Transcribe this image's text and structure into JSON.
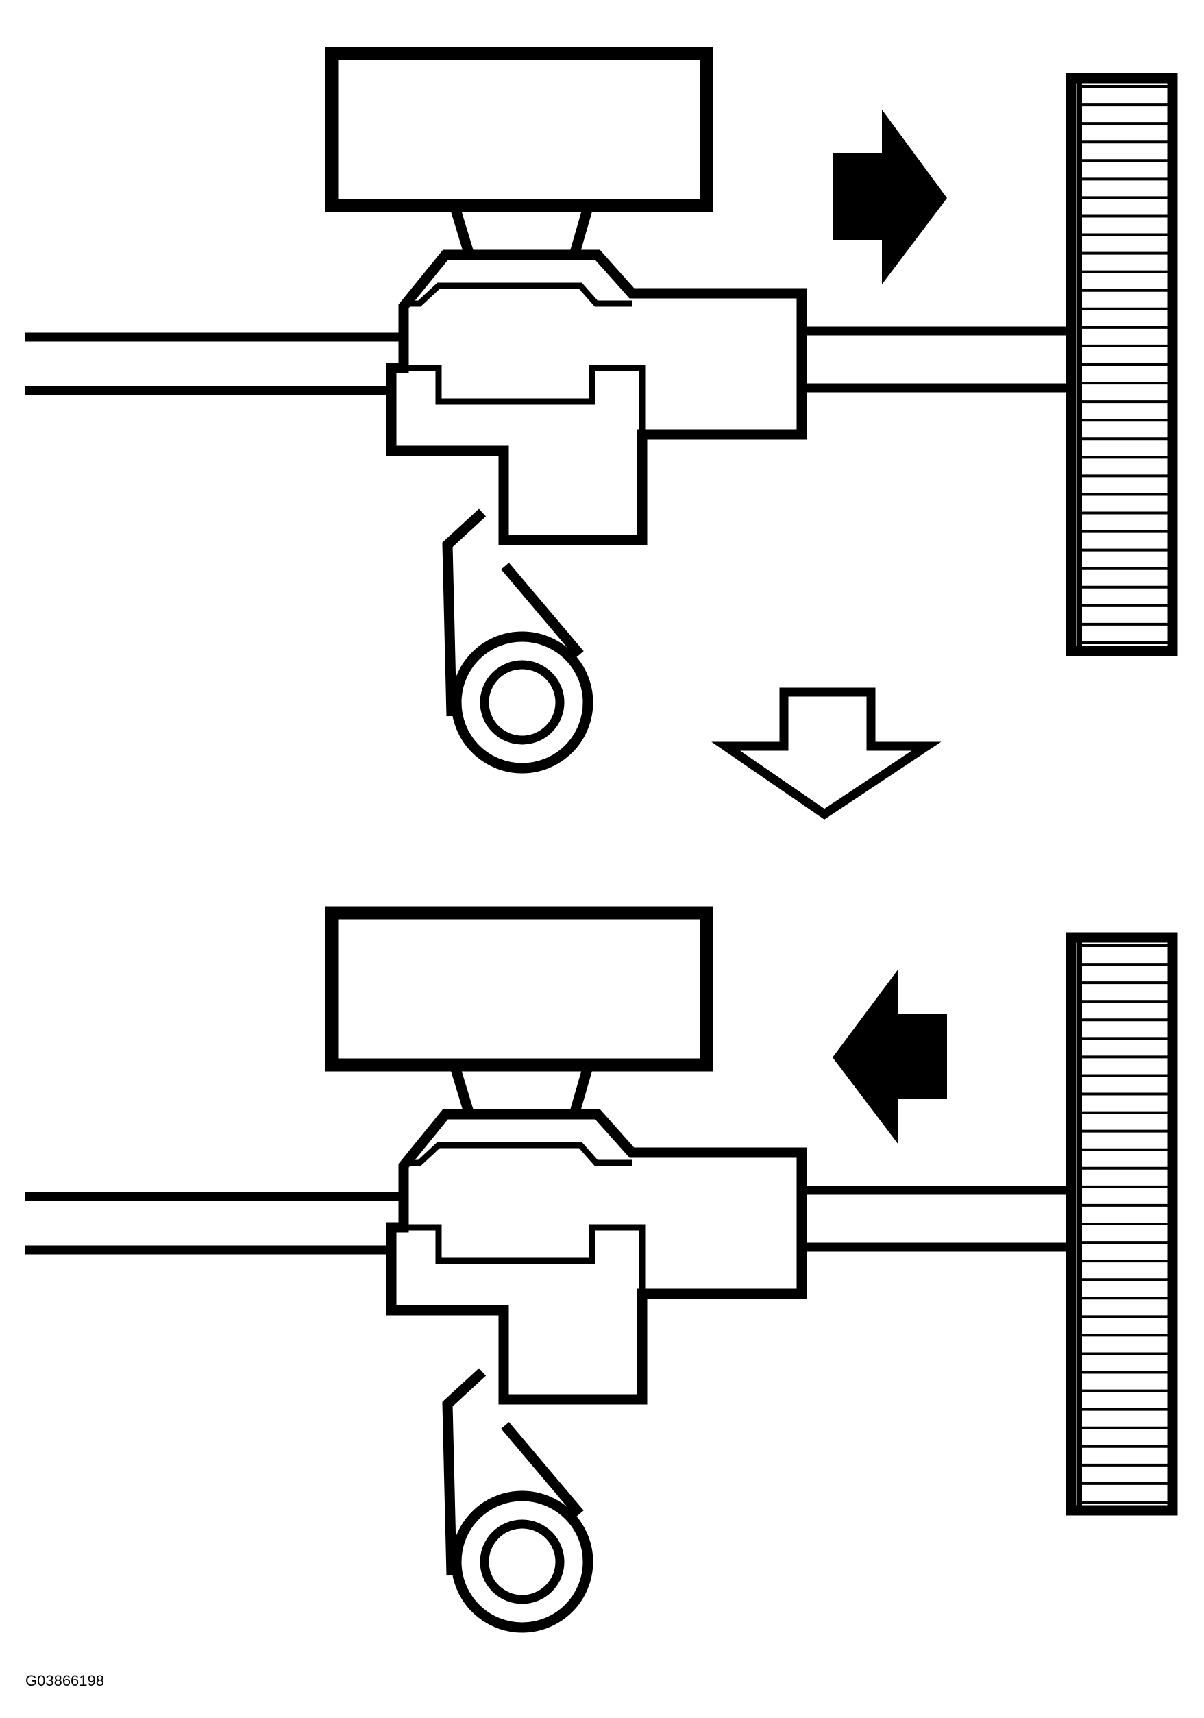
{
  "figure_id": "G03866198",
  "colors": {
    "ink": "#000000",
    "paper": "#ffffff"
  },
  "panels": [
    {
      "name": "top-panel",
      "motion_arrow": "right-arrow-icon"
    },
    {
      "name": "bottom-panel",
      "motion_arrow": "left-arrow-icon"
    }
  ],
  "transition_arrow": "down-arrow-icon",
  "gear_teeth_per_rack": 30
}
